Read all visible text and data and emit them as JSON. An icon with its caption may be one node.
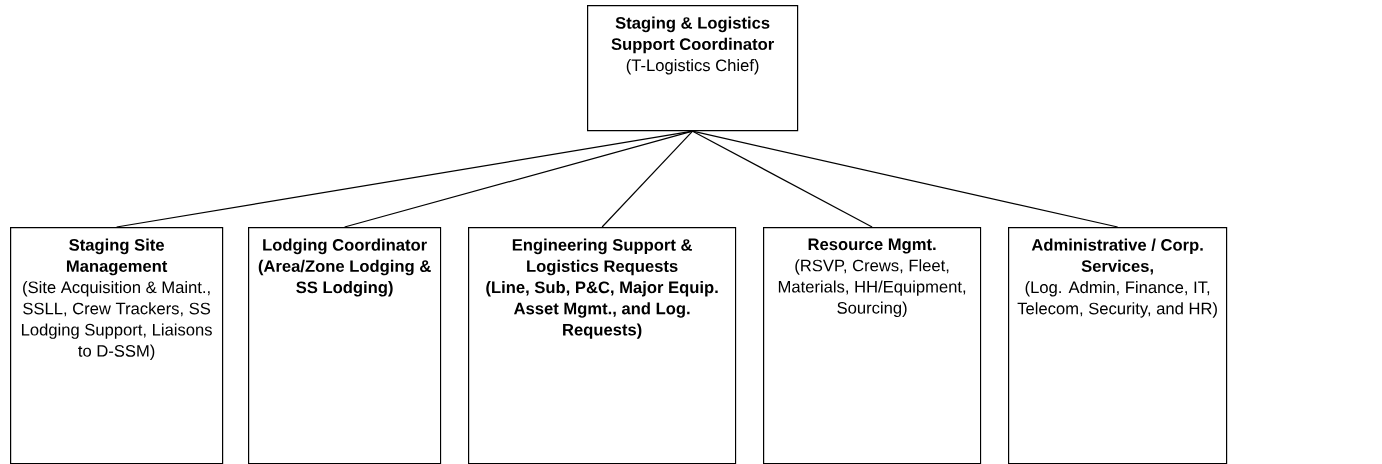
{
  "diagram": {
    "nodes": [
      {
        "text": [
          "Staging & Logistics Support Coordinator",
          "(T-Logistics Chief)"
        ]
      },
      {
        "text": [
          "Staging Site Management",
          "(Site Acquisition & Maint., SSLL, Crew Trackers, SS Lodging Support, Liaisons to D-SSM)"
        ]
      },
      {
        "text": [
          "Lodging Coordinator",
          "(Area/Zone Lodging & SS Lodging)"
        ]
      },
      {
        "text": [
          "Engineering Support & Logistics Requests",
          "(Line, Sub, P&C, Major Equip. Asset Mgmt., and Log. Requests)"
        ]
      },
      {
        "text": [
          "Resource Mgmt.",
          "(RSVP, Crews, Fleet, Materials, HH/Equipment, Sourcing)"
        ]
      },
      {
        "text": [
          "Administrative / Corp. Services,",
          "(Log. Admin, Finance, IT, Telecom, Security, and HR)"
        ]
      }
    ],
    "edges": [
      {
        "from": 0,
        "to": 1,
        "arrow": "none"
      },
      {
        "from": 0,
        "to": 2,
        "arrow": "none"
      },
      {
        "from": 0,
        "to": 3,
        "arrow": "none"
      },
      {
        "from": 0,
        "to": 4,
        "arrow": "none"
      },
      {
        "from": 0,
        "to": 5,
        "arrow": "none"
      }
    ]
  }
}
